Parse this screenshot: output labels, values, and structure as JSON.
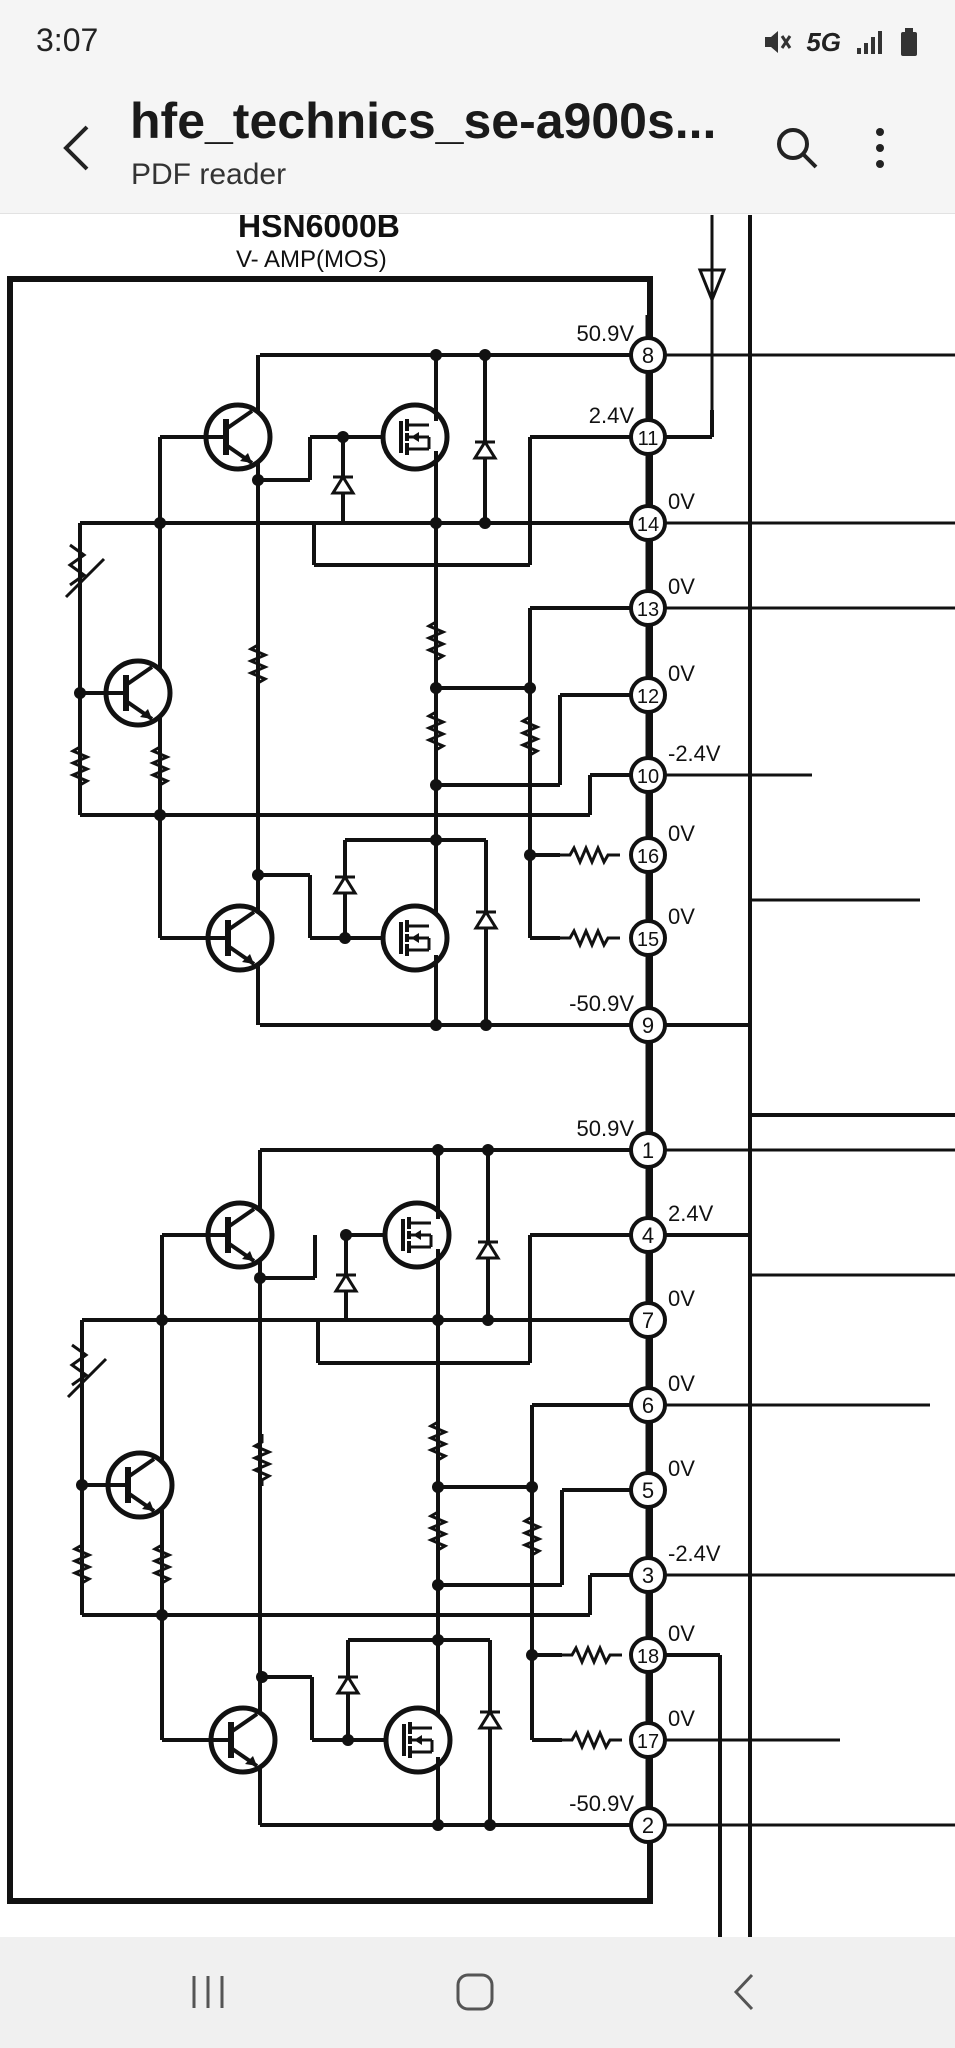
{
  "status_bar": {
    "time": "3:07",
    "network": "5G",
    "icons": [
      "mute-icon",
      "signal-icon",
      "battery-icon"
    ]
  },
  "app_bar": {
    "title": "hfe_technics_se-a900s...",
    "subtitle": "PDF reader",
    "icons": [
      "back-arrow-icon",
      "search-icon",
      "more-vert-icon"
    ]
  },
  "schematic": {
    "part_number": "HSN6000B",
    "part_description": "V- AMP(MOS)",
    "pins": [
      {
        "id": "pin-8",
        "number": "8",
        "voltage": "50.9V"
      },
      {
        "id": "pin-11",
        "number": "11",
        "voltage": "2.4V"
      },
      {
        "id": "pin-14",
        "number": "14",
        "voltage": "0V"
      },
      {
        "id": "pin-13",
        "number": "13",
        "voltage": "0V"
      },
      {
        "id": "pin-12",
        "number": "12",
        "voltage": "0V"
      },
      {
        "id": "pin-10",
        "number": "10",
        "voltage": "-2.4V"
      },
      {
        "id": "pin-16",
        "number": "16",
        "voltage": "0V"
      },
      {
        "id": "pin-15",
        "number": "15",
        "voltage": "0V"
      },
      {
        "id": "pin-9",
        "number": "9",
        "voltage": "-50.9V"
      },
      {
        "id": "pin-1",
        "number": "1",
        "voltage": "50.9V"
      },
      {
        "id": "pin-4",
        "number": "4",
        "voltage": "2.4V"
      },
      {
        "id": "pin-7",
        "number": "7",
        "voltage": "0V"
      },
      {
        "id": "pin-6",
        "number": "6",
        "voltage": "0V"
      },
      {
        "id": "pin-5",
        "number": "5",
        "voltage": "0V"
      },
      {
        "id": "pin-3",
        "number": "3",
        "voltage": "-2.4V"
      },
      {
        "id": "pin-18",
        "number": "18",
        "voltage": "0V"
      },
      {
        "id": "pin-17",
        "number": "17",
        "voltage": "0V"
      },
      {
        "id": "pin-2",
        "number": "2",
        "voltage": "-50.9V"
      }
    ]
  },
  "nav_bar": {
    "icons": [
      "recent-apps-icon",
      "home-icon",
      "nav-back-icon"
    ]
  },
  "colors": {
    "bar_background": "#f5f5f5",
    "nav_background": "#f0f0f0",
    "ink": "#1a1a1a"
  }
}
